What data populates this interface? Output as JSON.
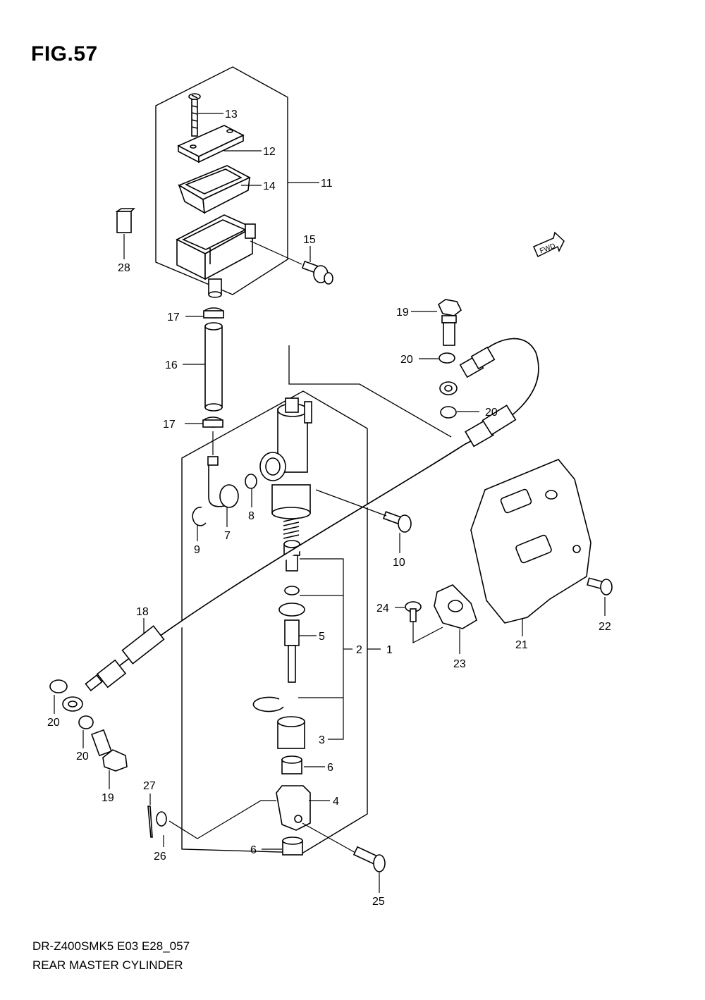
{
  "figure_title": "FIG.57",
  "model_code": "DR-Z400SMK5 E03 E28_057",
  "caption": "REAR MASTER CYLINDER",
  "fwd_label": "FWD",
  "callouts": {
    "c1": "1",
    "c2": "2",
    "c3": "3",
    "c4": "4",
    "c5": "5",
    "c6a": "6",
    "c6b": "6",
    "c7": "7",
    "c8": "8",
    "c9": "9",
    "c10": "10",
    "c11": "11",
    "c12": "12",
    "c13": "13",
    "c14": "14",
    "c15": "15",
    "c16": "16",
    "c17a": "17",
    "c17b": "17",
    "c18": "18",
    "c19a": "19",
    "c19b": "19",
    "c20a": "20",
    "c20b": "20",
    "c20c": "20",
    "c20d": "20",
    "c21": "21",
    "c22": "22",
    "c23": "23",
    "c24": "24",
    "c25": "25",
    "c26": "26",
    "c27": "27",
    "c28": "28"
  }
}
